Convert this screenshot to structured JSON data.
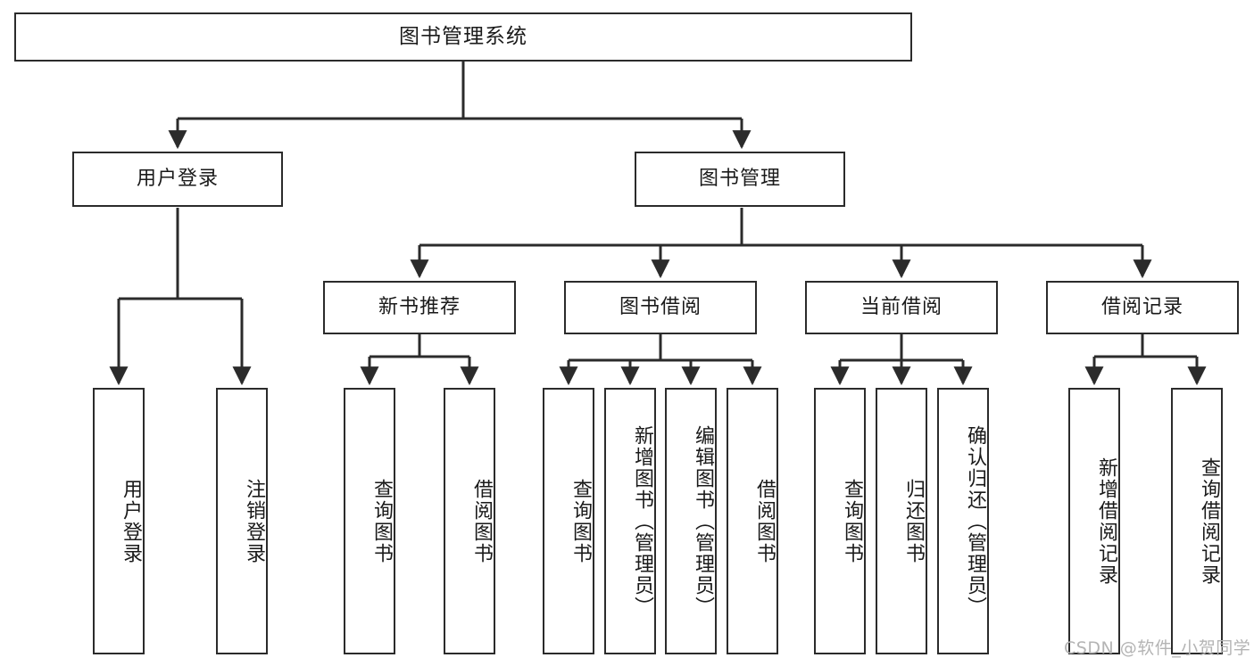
{
  "diagram": {
    "title": "图书管理系统",
    "type": "tree-hierarchy-diagram",
    "colors": {
      "node_border": "#2b2b2b",
      "node_fill": "#ffffff",
      "edge": "#2b2b2b",
      "text": "#1a1a1a",
      "watermark": "#b4b4b4",
      "background": "#ffffff"
    }
  },
  "root": {
    "label": "图书管理系统"
  },
  "level2": [
    {
      "label": "用户登录"
    },
    {
      "label": "图书管理"
    }
  ],
  "level3": [
    {
      "label": "新书推荐"
    },
    {
      "label": "图书借阅"
    },
    {
      "label": "当前借阅"
    },
    {
      "label": "借阅记录"
    }
  ],
  "leaves": {
    "user_login": [
      {
        "label": "用户登录"
      },
      {
        "label": "注销登录"
      }
    ],
    "new_book_recommend": [
      {
        "label": "查询图书"
      },
      {
        "label": "借阅图书"
      }
    ],
    "book_borrow": [
      {
        "label": "查询图书"
      },
      {
        "label": "新增图书（管理员）"
      },
      {
        "label": "编辑图书（管理员）"
      },
      {
        "label": "借阅图书"
      }
    ],
    "current_borrow": [
      {
        "label": "查询图书"
      },
      {
        "label": "归还图书"
      },
      {
        "label": "确认归还（管理员）"
      }
    ],
    "borrow_records": [
      {
        "label": "新增借阅记录"
      },
      {
        "label": "查询借阅记录"
      }
    ]
  },
  "watermark": {
    "text": "CSDN @软件_小贺同学"
  }
}
